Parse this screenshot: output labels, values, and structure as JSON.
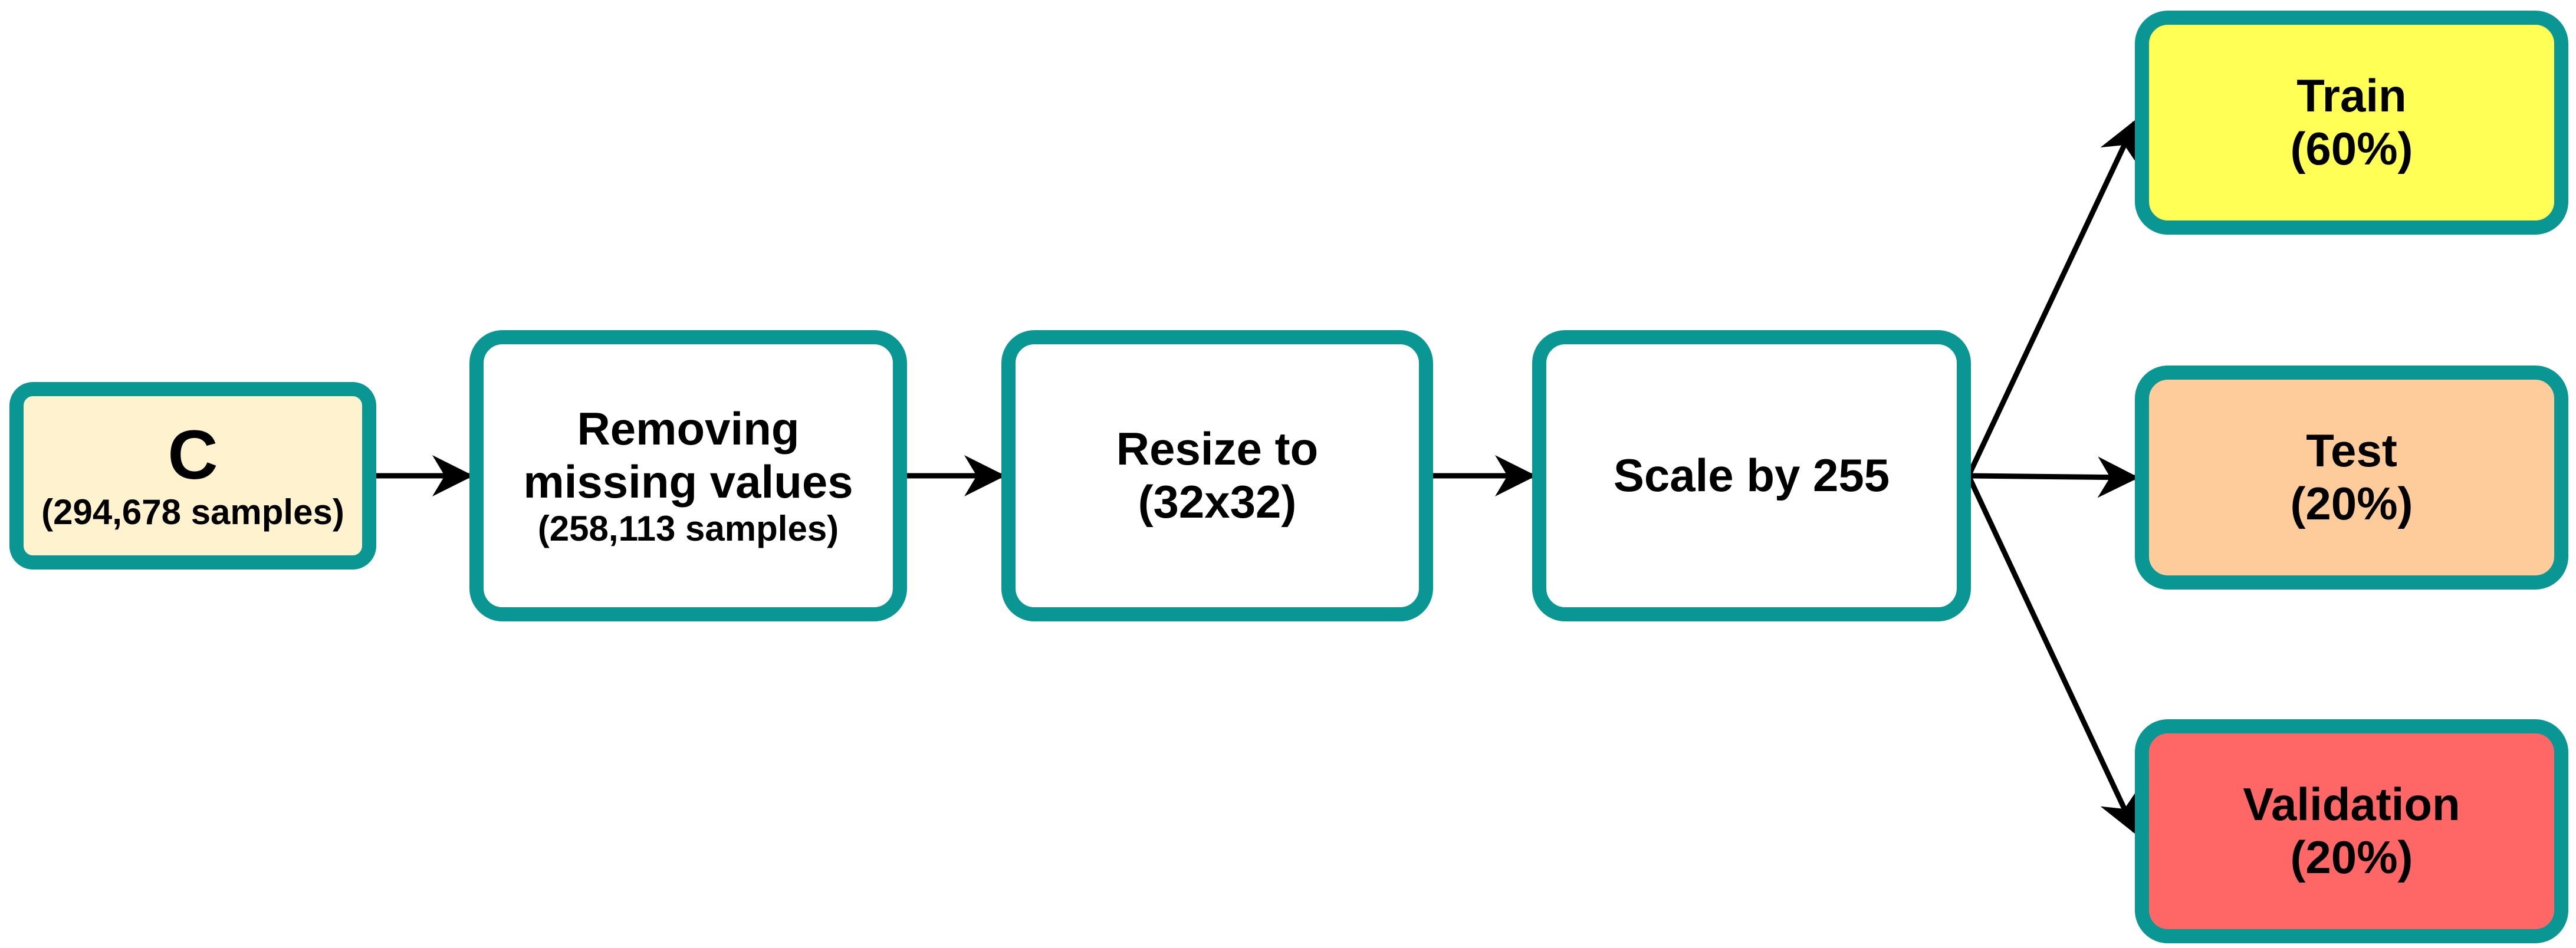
{
  "colors": {
    "border": "#0a9793",
    "arrow": "#000000",
    "source_fill": "#fff3cf",
    "step_fill": "#ffffff",
    "train_fill": "#ffff55",
    "test_fill": "#fecb9a",
    "validation_fill": "#ff6666"
  },
  "nodes": {
    "source": {
      "title": "C",
      "subtitle": "(294,678 samples)"
    },
    "remove": {
      "line1": "Removing",
      "line2": "missing values",
      "line3": "(258,113 samples)"
    },
    "resize": {
      "line1": "Resize to",
      "line2": "(32x32)"
    },
    "scale": {
      "line1": "Scale by 255"
    },
    "train": {
      "line1": "Train",
      "line2": "(60%)"
    },
    "test": {
      "line1": "Test",
      "line2": "(20%)"
    },
    "validation": {
      "line1": "Validation",
      "line2": "(20%)"
    }
  },
  "edges": [
    {
      "from": "source",
      "to": "remove"
    },
    {
      "from": "remove",
      "to": "resize"
    },
    {
      "from": "resize",
      "to": "scale"
    },
    {
      "from": "scale",
      "to": "train"
    },
    {
      "from": "scale",
      "to": "test"
    },
    {
      "from": "scale",
      "to": "validation"
    }
  ]
}
